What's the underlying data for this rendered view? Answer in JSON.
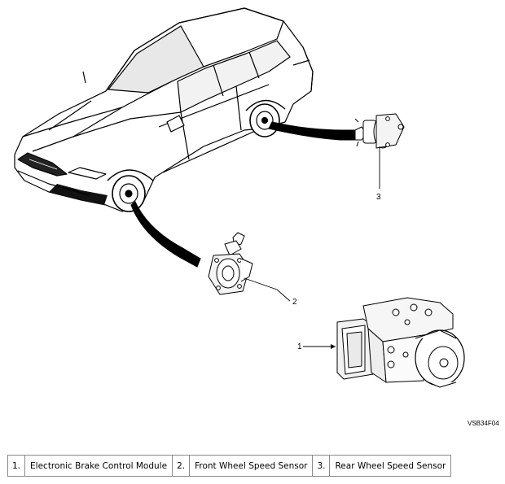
{
  "figure_code": "VSB34F04",
  "callouts": [
    "1",
    "2",
    "3"
  ],
  "legend": [
    {
      "num": "1.",
      "label": "Electronic Brake Control Module"
    },
    {
      "num": "2.",
      "label": "Front Wheel Speed Sensor"
    },
    {
      "num": "3.",
      "label": "Rear Wheel Speed Sensor"
    }
  ]
}
